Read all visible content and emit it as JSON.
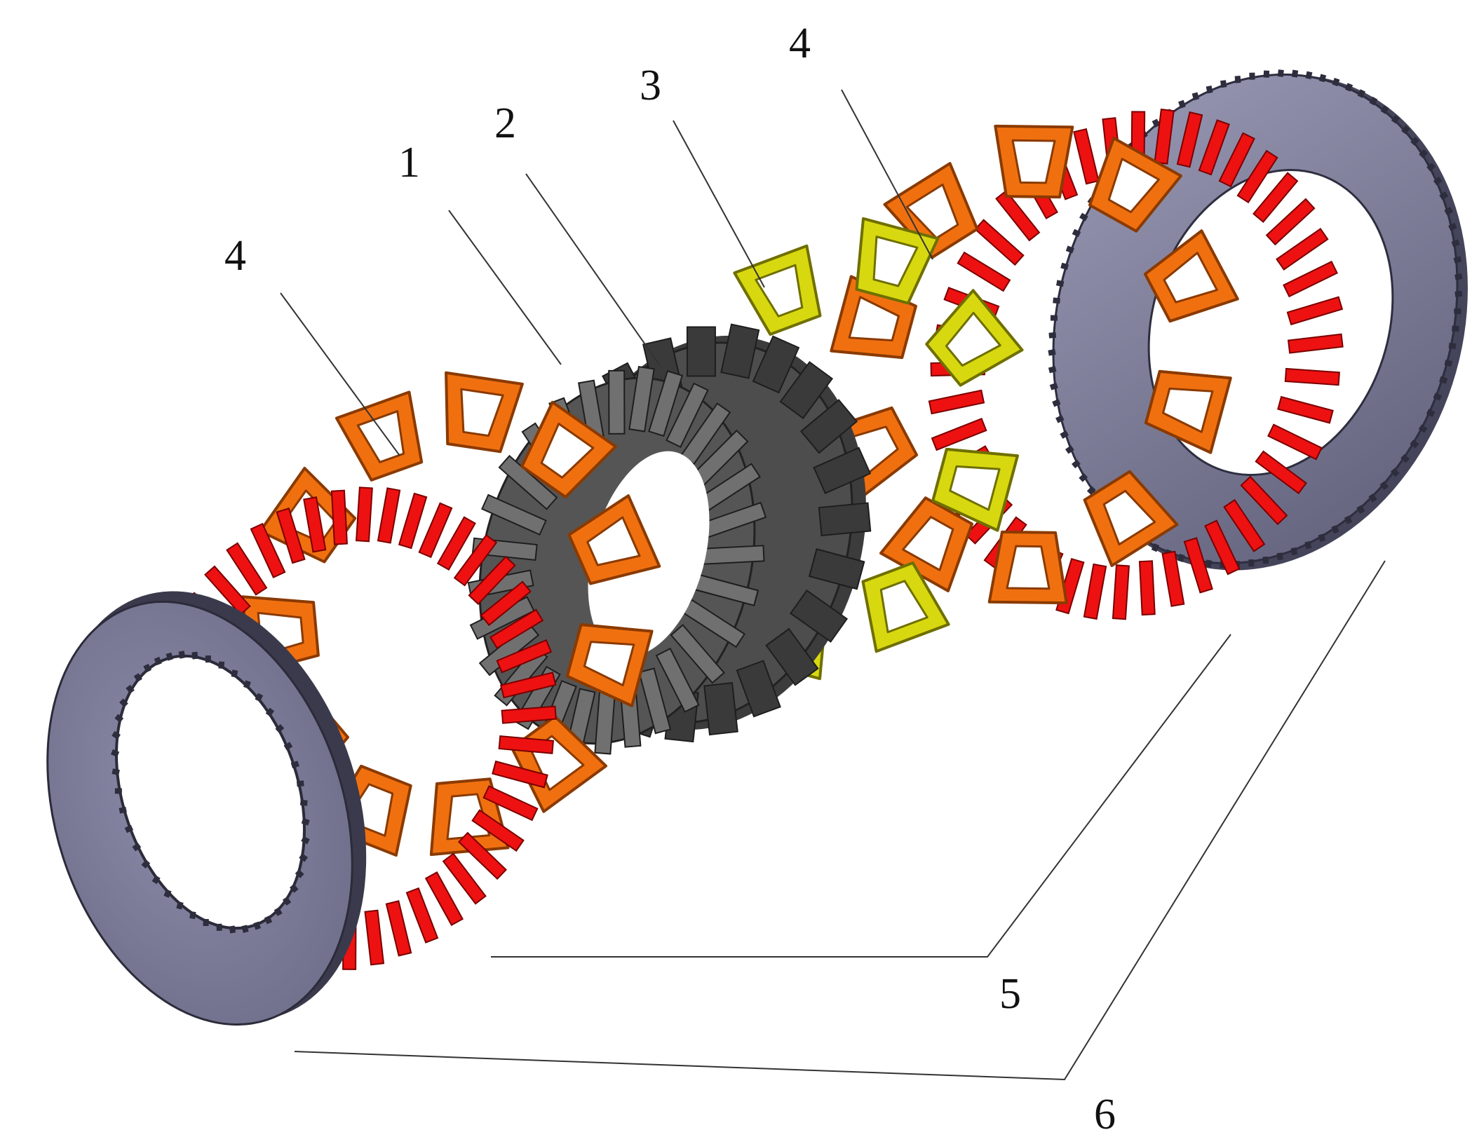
{
  "labels": {
    "l1": "1",
    "l2": "2",
    "l3": "3",
    "l4_left": "4",
    "l4_right": "4",
    "l5": "5",
    "l6": "6"
  },
  "colors": {
    "red_magnet": "#ee1111",
    "orange_coil": "#f07010",
    "yellow_coil": "#d8d810",
    "steel_core": "#4a4a4a",
    "end_plate": "#7c7c98"
  }
}
